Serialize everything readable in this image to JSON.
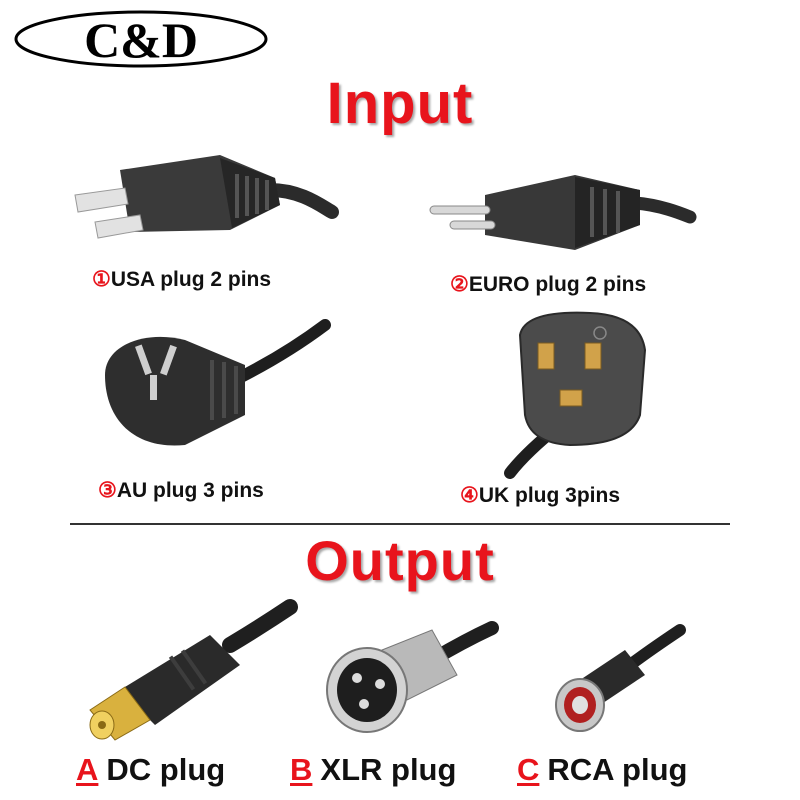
{
  "brand": {
    "logo_text": "C&D"
  },
  "input": {
    "title": "Input",
    "plugs": [
      {
        "number": "①",
        "label": "USA plug 2 pins"
      },
      {
        "number": "②",
        "label": "EURO plug 2 pins"
      },
      {
        "number": "③",
        "label": "AU plug 3 pins"
      },
      {
        "number": "④",
        "label": "UK plug 3pins"
      }
    ]
  },
  "output": {
    "title": "Output",
    "plugs": [
      {
        "letter": "A",
        "label": "DC plug"
      },
      {
        "letter": "B",
        "label": "XLR plug"
      },
      {
        "letter": "C",
        "label": "RCA plug"
      }
    ]
  },
  "colors": {
    "accent": "#e8141c",
    "text": "#111111",
    "plug_body": "#2b2b2b"
  }
}
